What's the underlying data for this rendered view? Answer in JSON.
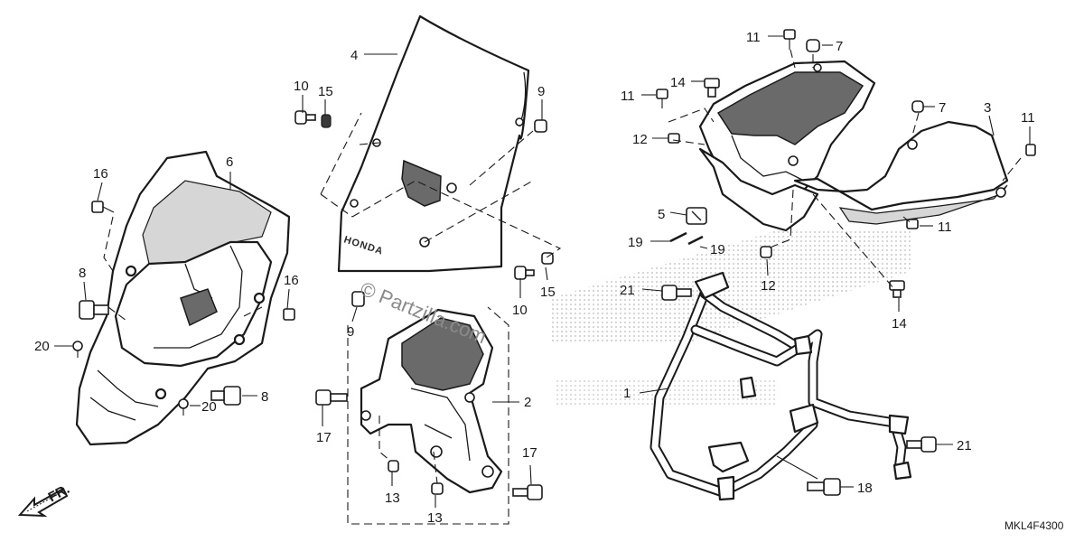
{
  "diagram": {
    "part_code": "MKL4F4300",
    "direction_label": "FR.",
    "watermark": "© Partzilla.com",
    "windscreen_brand": "HONDA",
    "callouts": {
      "c1": "1",
      "c2": "2",
      "c3": "3",
      "c4": "4",
      "c5": "5",
      "c6": "6",
      "c7a": "7",
      "c7b": "7",
      "c8a": "8",
      "c8b": "8",
      "c9a": "9",
      "c9b": "9",
      "c10a": "10",
      "c10b": "10",
      "c11a": "11",
      "c11b": "11",
      "c11c": "11",
      "c11d": "11",
      "c12a": "12",
      "c12b": "12",
      "c13a": "13",
      "c13b": "13",
      "c14a": "14",
      "c14b": "14",
      "c15a": "15",
      "c15b": "15",
      "c16a": "16",
      "c16b": "16",
      "c17a": "17",
      "c17b": "17",
      "c18": "18",
      "c19a": "19",
      "c19b": "19",
      "c20a": "20",
      "c20b": "20",
      "c21a": "21",
      "c21b": "21"
    }
  }
}
